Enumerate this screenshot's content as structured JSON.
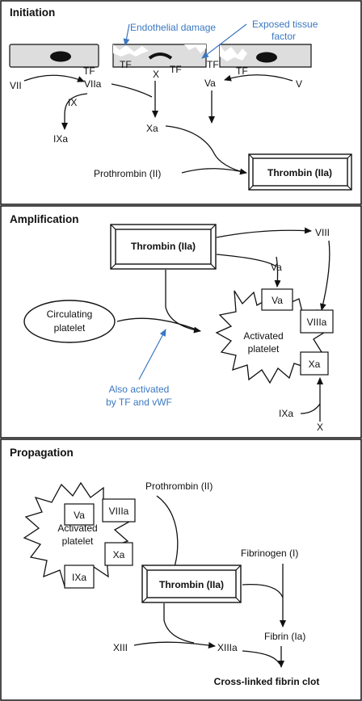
{
  "colors": {
    "annotation": "#3a77c2",
    "line": "#111111",
    "cell_fill": "#dddddd",
    "nucleus": "#111111",
    "background": "#ffffff"
  },
  "initiation": {
    "title": "Initiation",
    "endothelial_damage": "Endothelial damage",
    "exposed_tf_line1": "Exposed tissue",
    "exposed_tf_line2": "factor",
    "tf": "TF",
    "vii": "VII",
    "viia": "VIIa",
    "x": "X",
    "va": "Va",
    "v": "V",
    "ix": "IX",
    "ixa": "IXa",
    "xa": "Xa",
    "prothrombin": "Prothrombin (II)",
    "thrombin": "Thrombin (IIa)"
  },
  "amplification": {
    "title": "Amplification",
    "thrombin": "Thrombin (IIa)",
    "va": "Va",
    "viii": "VIII",
    "circulating_platelet_line1": "Circulating",
    "circulating_platelet_line2": "platelet",
    "activated_platelet_line1": "Activated",
    "activated_platelet_line2": "platelet",
    "badge_va": "Va",
    "badge_viiia": "VIIIa",
    "badge_xa": "Xa",
    "note_line1": "Also activated",
    "note_line2": "by TF and vWF",
    "ixa": "IXa",
    "x": "X"
  },
  "propagation": {
    "title": "Propagation",
    "activated_platelet_line1": "Activated",
    "activated_platelet_line2": "platelet",
    "badge_va": "Va",
    "badge_viiia": "VIIIa",
    "badge_xa": "Xa",
    "badge_ixa": "IXa",
    "prothrombin": "Prothrombin (II)",
    "fibrinogen": "Fibrinogen (I)",
    "thrombin": "Thrombin (IIa)",
    "xiii": "XIII",
    "xiiia": "XIIIa",
    "fibrin": "Fibrin (Ia)",
    "clot": "Cross-linked fibrin clot"
  }
}
